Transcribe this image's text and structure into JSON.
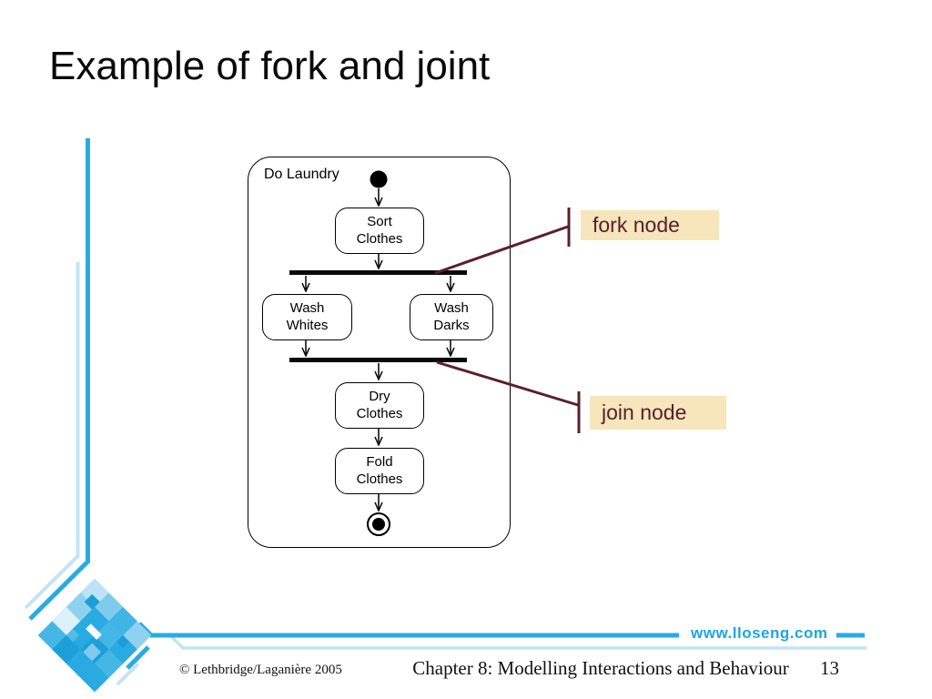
{
  "title": "Example of fork and joint",
  "activity": {
    "frame_label": "Do Laundry",
    "nodes": {
      "sort": "Sort\nClothes",
      "wash_whites": "Wash\nWhites",
      "wash_darks": "Wash\nDarks",
      "dry": "Dry\nClothes",
      "fold": "Fold\nClothes"
    },
    "icons": {
      "initial_node": "filled-circle",
      "final_node": "bullseye-circle",
      "fork_bar": "thick-horizontal-bar",
      "join_bar": "thick-horizontal-bar",
      "flow_arrow": "open-v-arrowhead"
    }
  },
  "callouts": {
    "fork": "fork node",
    "join": "join node"
  },
  "footer": {
    "copyright": "© Lethbridge/Laganière 2005",
    "chapter": "Chapter 8: Modelling Interactions and Behaviour",
    "page": "13",
    "website": "www.lloseng.com"
  },
  "colors": {
    "accent_blue": "#29ABE2",
    "light_blue": "#C3E4F5",
    "callout_maroon": "#5B1F2E",
    "callout_label_bg": "#F7E5BC",
    "diagram_stroke": "#000000"
  }
}
